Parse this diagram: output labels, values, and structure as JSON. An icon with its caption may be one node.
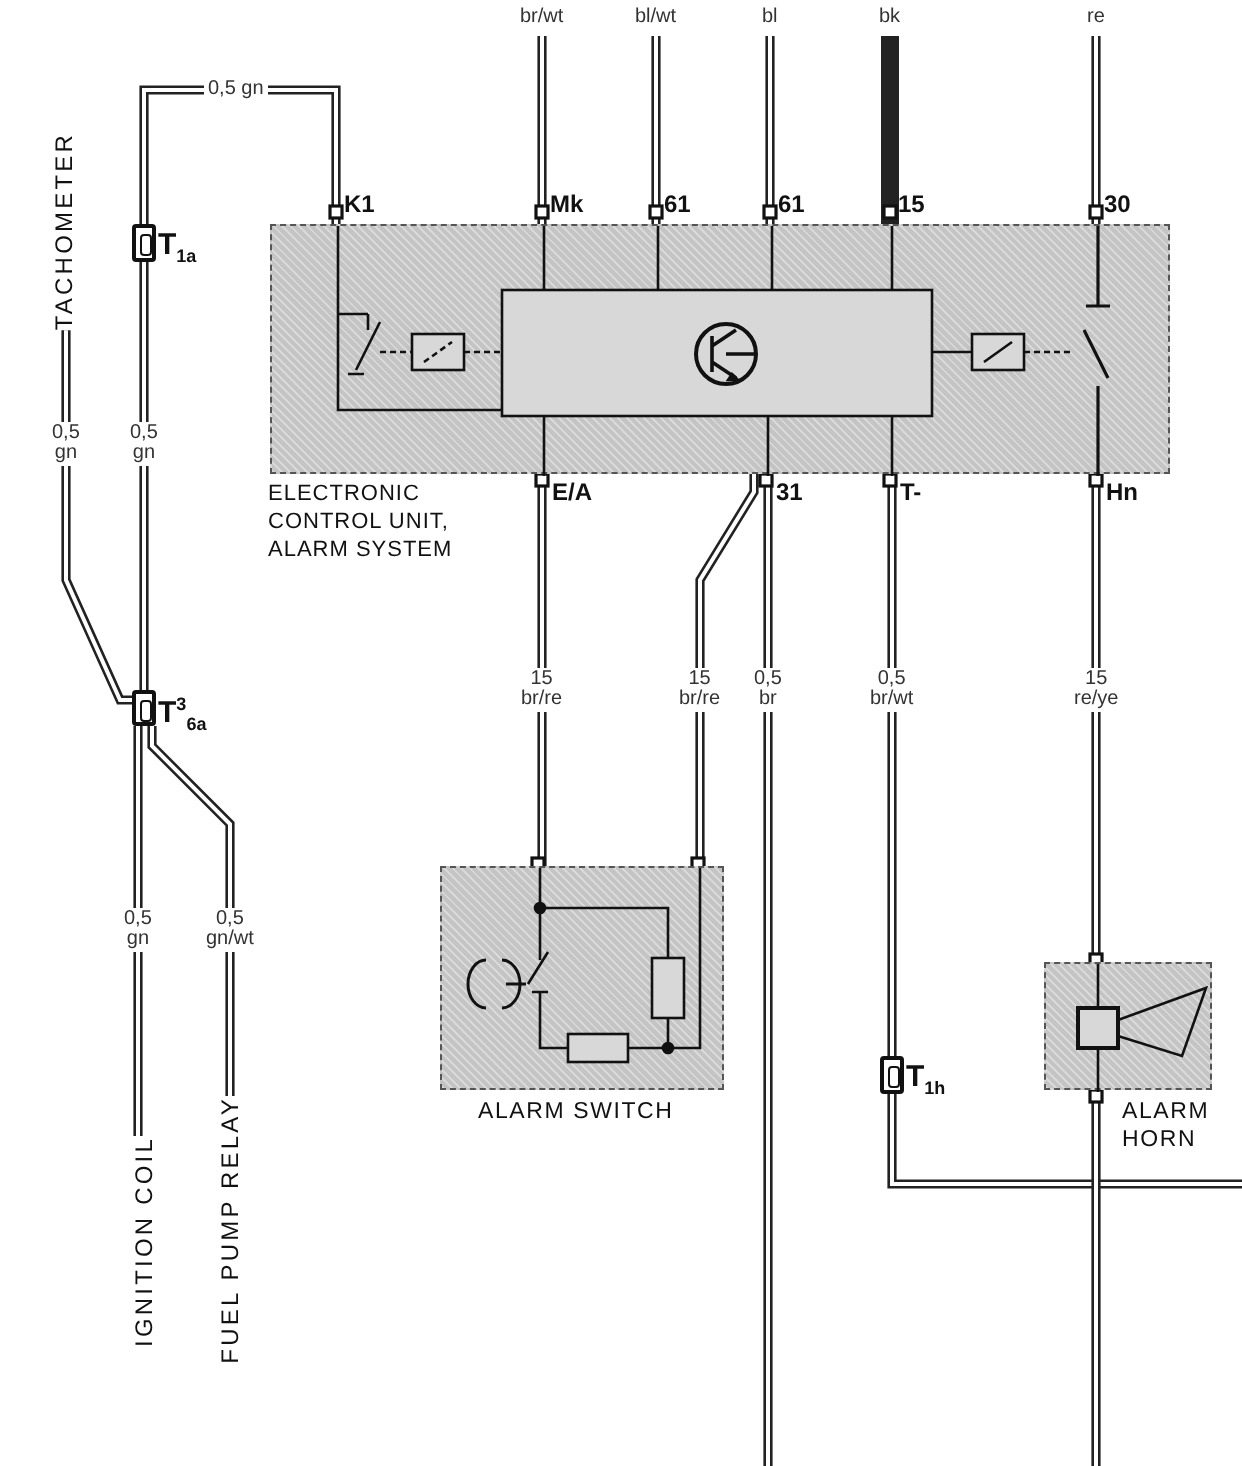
{
  "diagram": {
    "nodes": [
      {
        "text": [
          "ELECTRONIC CONTROL UNIT, ALARM SYSTEM"
        ]
      },
      {
        "text": [
          "ALARM SWITCH"
        ]
      },
      {
        "text": [
          "ALARM HORN"
        ]
      },
      {
        "text": [
          "TACHOMETER"
        ]
      },
      {
        "text": [
          "IGNITION COIL"
        ]
      },
      {
        "text": [
          "FUEL PUMP RELAY"
        ]
      },
      {
        "text": [
          "T$_{1a}$"
        ]
      },
      {
        "text": [
          "T$^{3}$$_{6a}$"
        ]
      },
      {
        "text": [
          "T$_{1h}$"
        ]
      }
    ],
    "edges": [
      {
        "from": 0,
        "to": 6,
        "arrow": "none",
        "label": "0,5 gn"
      },
      {
        "from": 6,
        "to": 7,
        "arrow": "none",
        "label": "0,5 gn"
      },
      {
        "from": 3,
        "to": 7,
        "arrow": "none",
        "label": "0,5 gn"
      },
      {
        "from": 7,
        "to": 4,
        "arrow": "none",
        "label": "0,5 gn"
      },
      {
        "from": 7,
        "to": 5,
        "arrow": "none",
        "label": "0,5 gn/wt"
      },
      {
        "from": null,
        "to": 0,
        "arrow": "none",
        "label": "br/wt"
      },
      {
        "from": null,
        "to": 0,
        "arrow": "none",
        "label": "bl/wt"
      },
      {
        "from": null,
        "to": 0,
        "arrow": "none",
        "label": "bl"
      },
      {
        "from": null,
        "to": 0,
        "arrow": "none",
        "label": "bk",
        "style": "thick"
      },
      {
        "from": null,
        "to": 0,
        "arrow": "none",
        "label": "re"
      },
      {
        "from": 0,
        "to": 1,
        "arrow": "none",
        "label": "15 br/re"
      },
      {
        "from": 0,
        "to": 1,
        "arrow": "none",
        "label": "15 br/re"
      },
      {
        "from": 0,
        "to": null,
        "arrow": "none",
        "label": "0,5 br"
      },
      {
        "from": 0,
        "to": 8,
        "arrow": "none",
        "label": "0,5 br/wt"
      },
      {
        "from": 8,
        "to": null,
        "arrow": "none"
      },
      {
        "from": 0,
        "to": 2,
        "arrow": "none",
        "label": "15 re/ye"
      },
      {
        "from": 2,
        "to": null,
        "arrow": "none"
      }
    ],
    "labels": [
      "K1",
      "Mk",
      "61",
      "61",
      "15",
      "30",
      "E/A",
      "31",
      "T-",
      "Hn"
    ]
  }
}
